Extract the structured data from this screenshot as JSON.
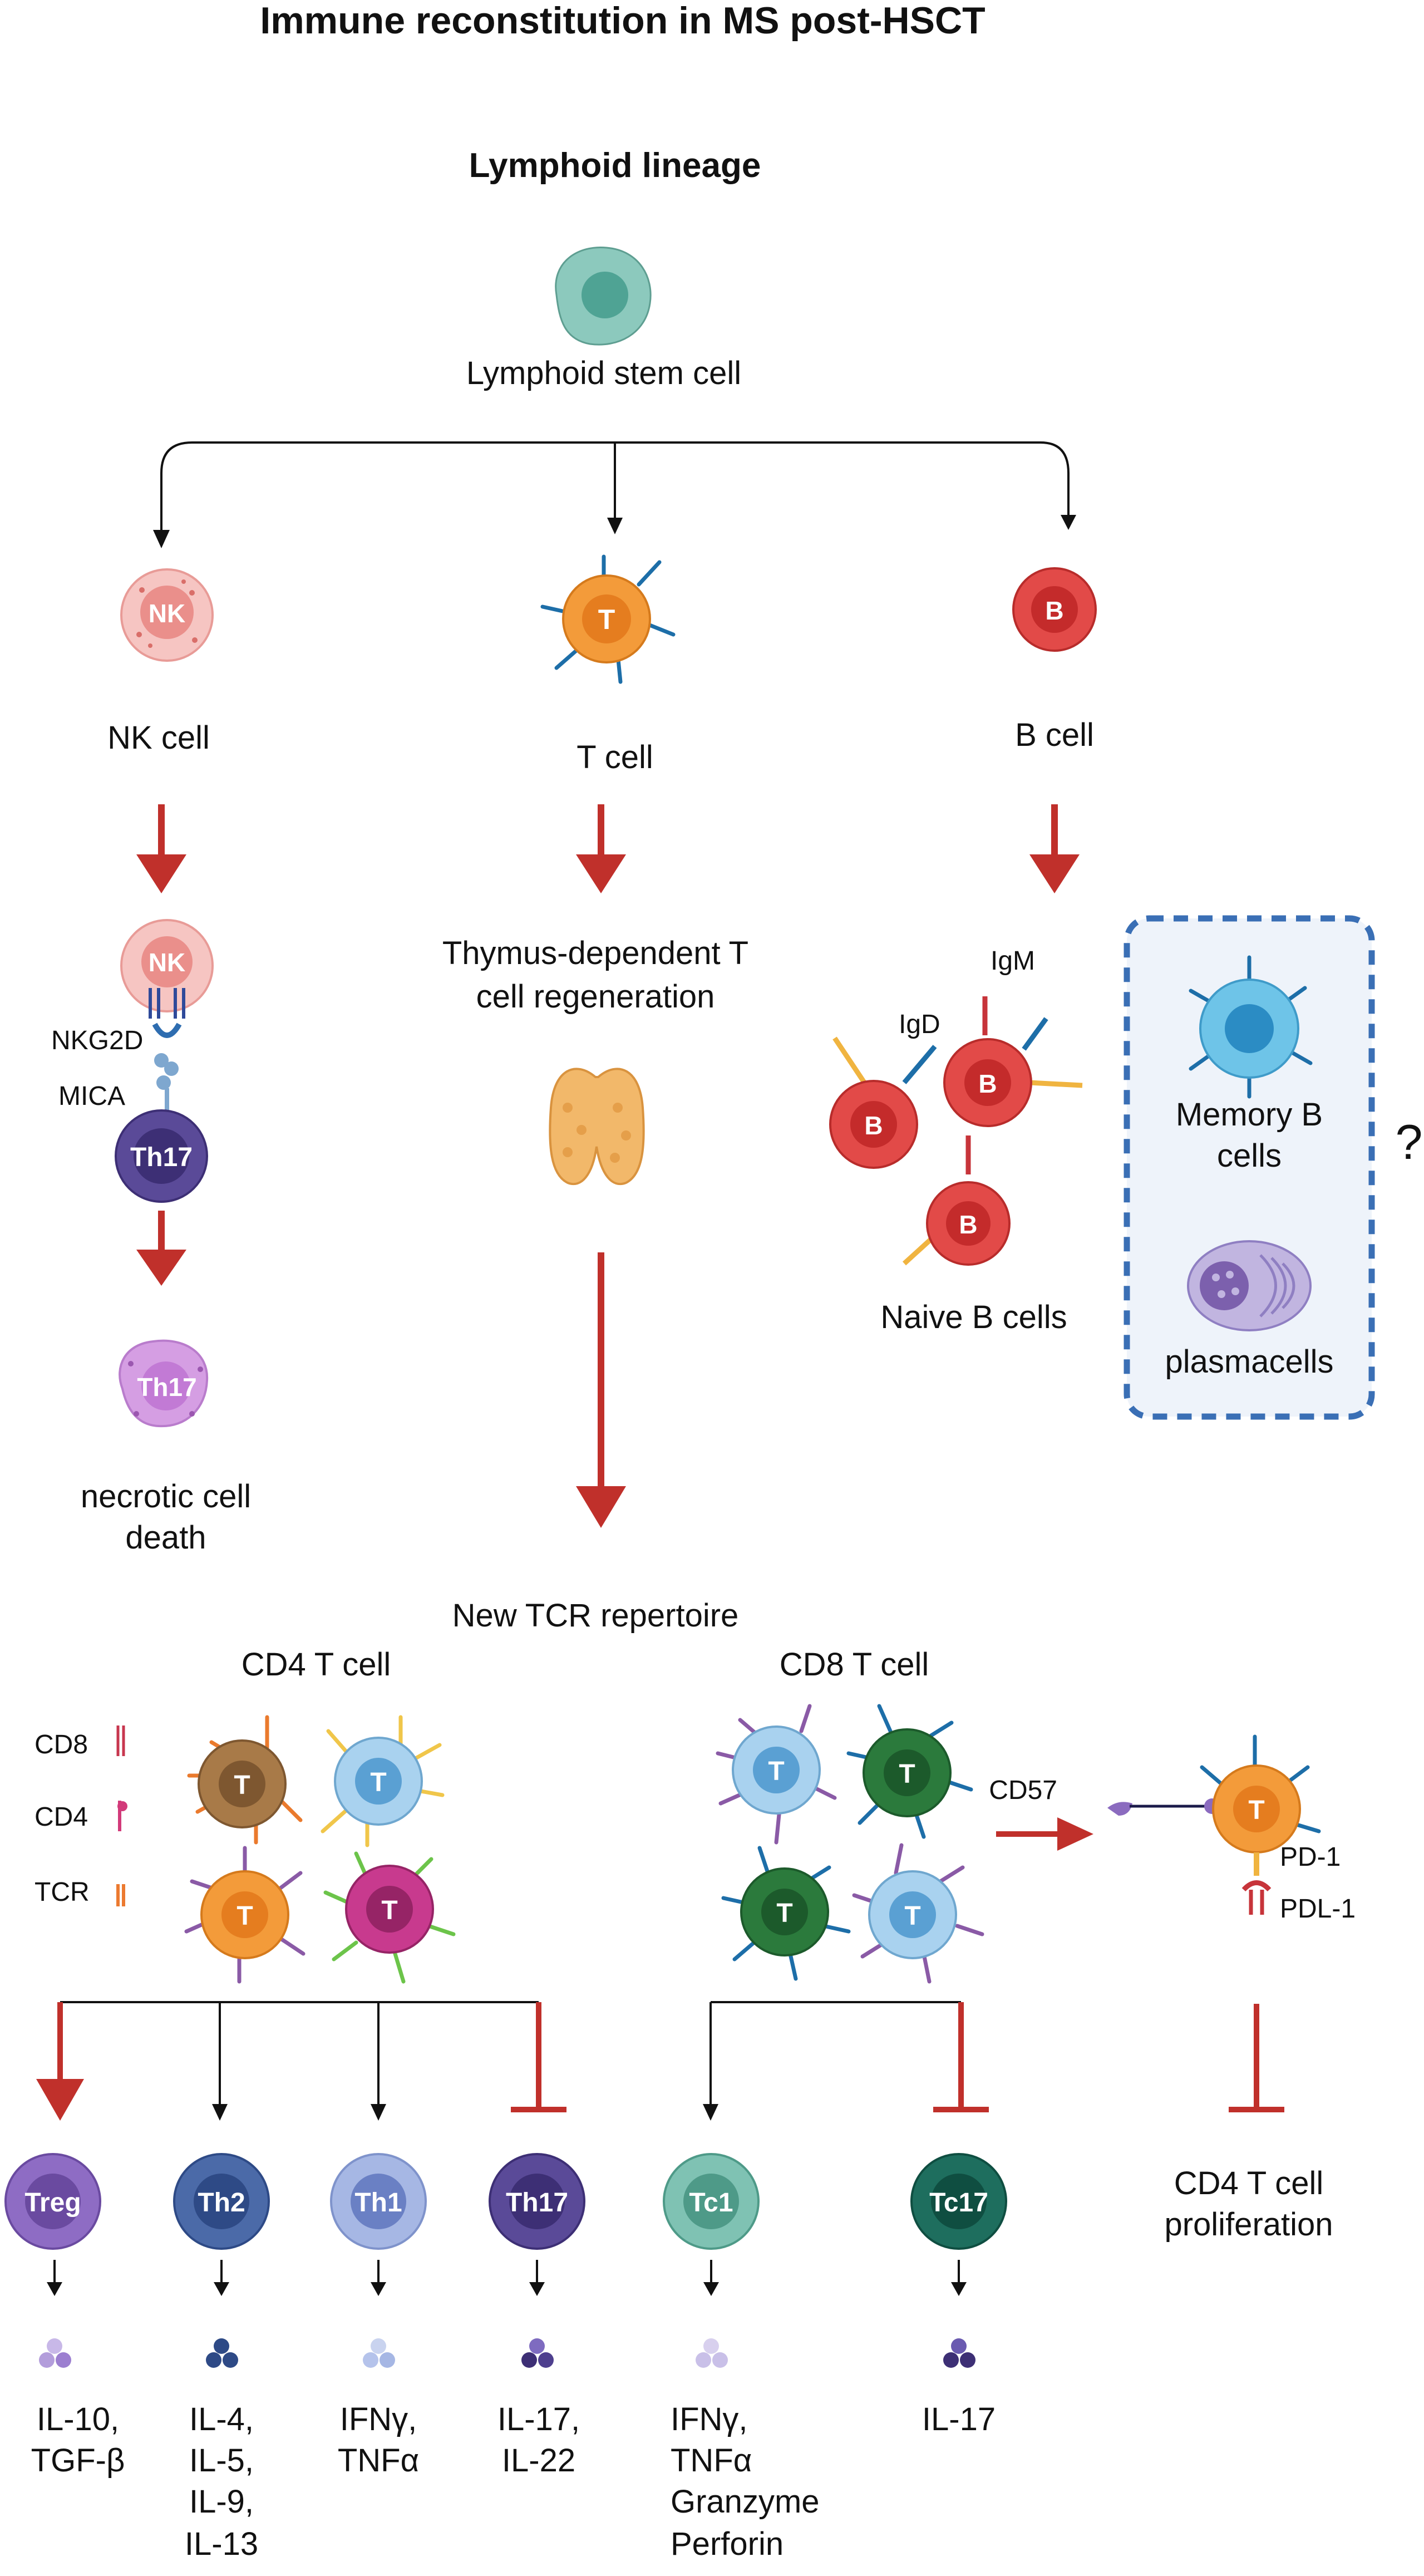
{
  "title": "Immune reconstitution in MS post-HSCT",
  "lineage_title": "Lymphoid lineage",
  "stem": {
    "label": "Lymphoid stem cell"
  },
  "nk": {
    "cell_label": "NK cell",
    "badge": "NK",
    "receptor": "NKG2D",
    "ligand": "MICA",
    "th17_badge": "Th17",
    "outcome": [
      "necrotic cell",
      "death"
    ]
  },
  "t": {
    "badge": "T",
    "cell_label": "T cell",
    "thymus_text": [
      "Thymus-dependent T",
      "cell regeneration"
    ]
  },
  "b": {
    "badge": "B",
    "cell_label": "B cell",
    "igd": "IgD",
    "igm": "IgM",
    "naive": "Naive B cells",
    "memory": [
      "Memory B",
      "cells"
    ],
    "plasma": "plasmacells",
    "question": "?"
  },
  "tcr": {
    "repertoire": "New TCR repertoire",
    "cd4_title": "CD4 T cell",
    "cd8_title": "CD8 T cell",
    "legend": [
      "CD8",
      "CD4",
      "TCR"
    ],
    "cd57": "CD57",
    "pd1": "PD-1",
    "pdl1": "PDL-1",
    "cd4_prolif": [
      "CD4 T cell",
      "proliferation"
    ]
  },
  "subsets": [
    {
      "name": "Treg",
      "cytokines": [
        "IL-10,",
        "TGF-β"
      ]
    },
    {
      "name": "Th2",
      "cytokines": [
        "IL-4,",
        "IL-5,",
        "IL-9,",
        "IL-13"
      ]
    },
    {
      "name": "Th1",
      "cytokines": [
        "IFNγ,",
        "TNFα"
      ]
    },
    {
      "name": "Th17",
      "cytokines": [
        "IL-17,",
        "IL-22"
      ]
    },
    {
      "name": "Tc1",
      "cytokines": [
        "IFNγ,",
        "TNFα",
        "Granzyme",
        "Perforin"
      ]
    },
    {
      "name": "Tc17",
      "cytokines": [
        "IL-17"
      ]
    }
  ],
  "colors": {
    "red_arrow": "#c0302b",
    "nk": "#f2a9a6",
    "t_orange": "#f0972f",
    "b_red": "#dd3c3c",
    "th17": "#4e3f8e",
    "dashed_border": "#3a6fb5",
    "memory_panel": "#eef3fa"
  }
}
